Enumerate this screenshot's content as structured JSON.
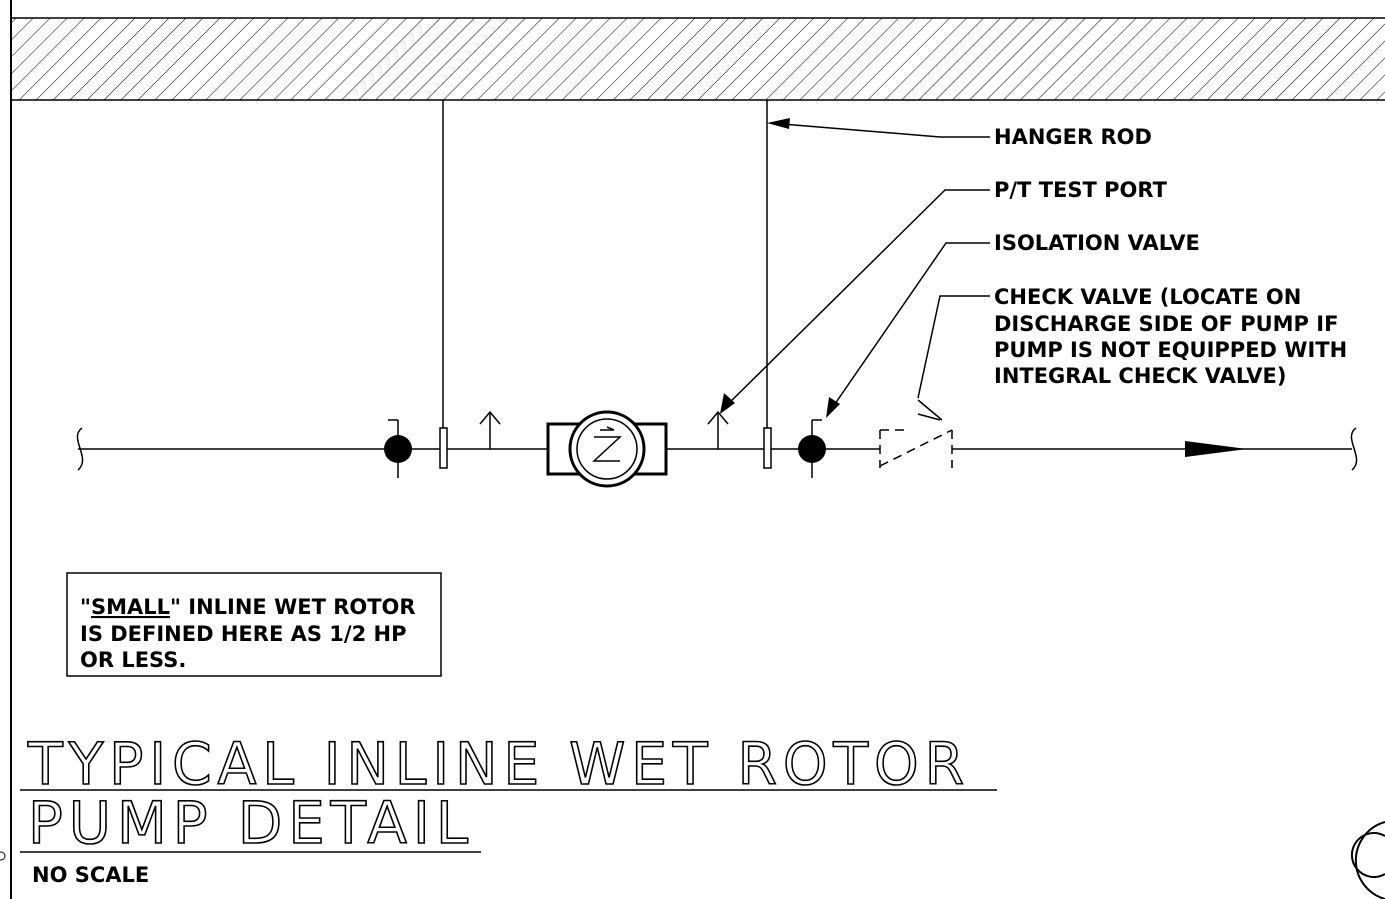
{
  "labels": {
    "hanger_rod": "HANGER ROD",
    "pt_test_port": "P/T TEST PORT",
    "isolation_valve": "ISOLATION VALVE",
    "check_valve": [
      "CHECK VALVE (LOCATE ON",
      "DISCHARGE SIDE OF PUMP IF",
      "PUMP IS NOT EQUIPPED WITH",
      "INTEGRAL CHECK VALVE)"
    ]
  },
  "note": {
    "lead": "\"",
    "emphasis": "SMALL",
    "rest_line1": "\" INLINE WET ROTOR",
    "line2": "IS DEFINED HERE AS 1/2 HP",
    "line3": "OR LESS."
  },
  "title": {
    "line1": "TYPICAL INLINE WET ROTOR",
    "line2": "PUMP DETAIL",
    "scale": "NO SCALE"
  },
  "colors": {
    "ink": "#000000",
    "paper": "#ffffff"
  }
}
